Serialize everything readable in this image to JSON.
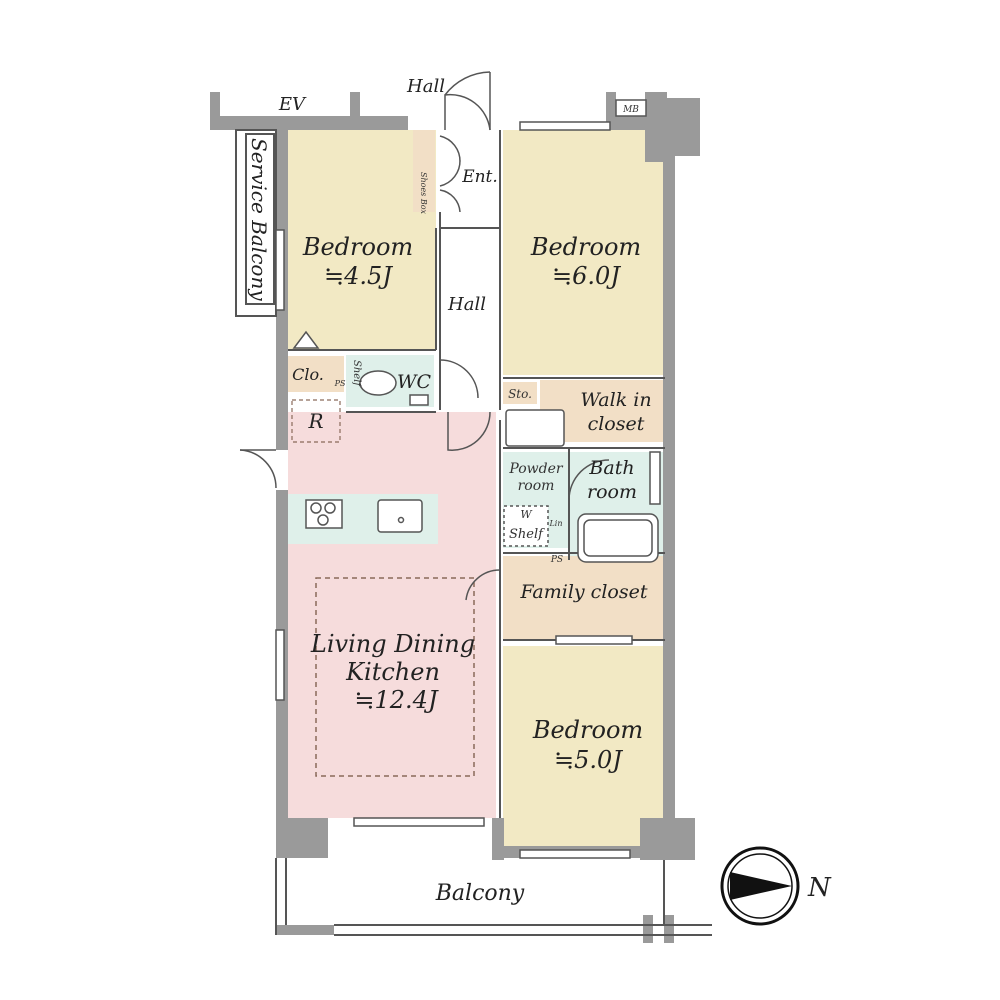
{
  "rooms": {
    "bedroom_1": {
      "name": "Bedroom",
      "size": "≒4.5J"
    },
    "bedroom_2": {
      "name": "Bedroom",
      "size": "≒6.0J"
    },
    "bedroom_3": {
      "name": "Bedroom",
      "size": "≒5.0J"
    },
    "ldk": {
      "name_line1": "Living Dining",
      "name_line2": "Kitchen",
      "size": "≒12.4J"
    },
    "wc": "WC",
    "walk_in_closet_line1": "Walk in",
    "walk_in_closet_line2": "closet",
    "bath_line1": "Bath",
    "bath_line2": "room",
    "powder_line1": "Powder",
    "powder_line2": "room",
    "family_closet": "Family closet",
    "entrance": "Ent.",
    "hall_inner": "Hall",
    "hall_outer": "Hall",
    "ev": "EV",
    "service_balcony": "Service Balcony",
    "balcony": "Balcony",
    "clo": "Clo.",
    "sto": "Sto.",
    "refrigerator": "R",
    "shoes_box": "Shoes Box",
    "shelf_wc": "Shelf",
    "shelf_powder": "Shelf",
    "washer": "W",
    "linen": "Lin",
    "ps_wc": "PS",
    "ps_bath": "PS",
    "mb": "MB"
  },
  "compass": {
    "label": "N"
  },
  "colors": {
    "bedroom": "#f2e9c4",
    "ldk": "#f6dcdc",
    "wet": "#dff0ea",
    "storage": "#f2dfc6",
    "wall": "#9a9a9a"
  }
}
